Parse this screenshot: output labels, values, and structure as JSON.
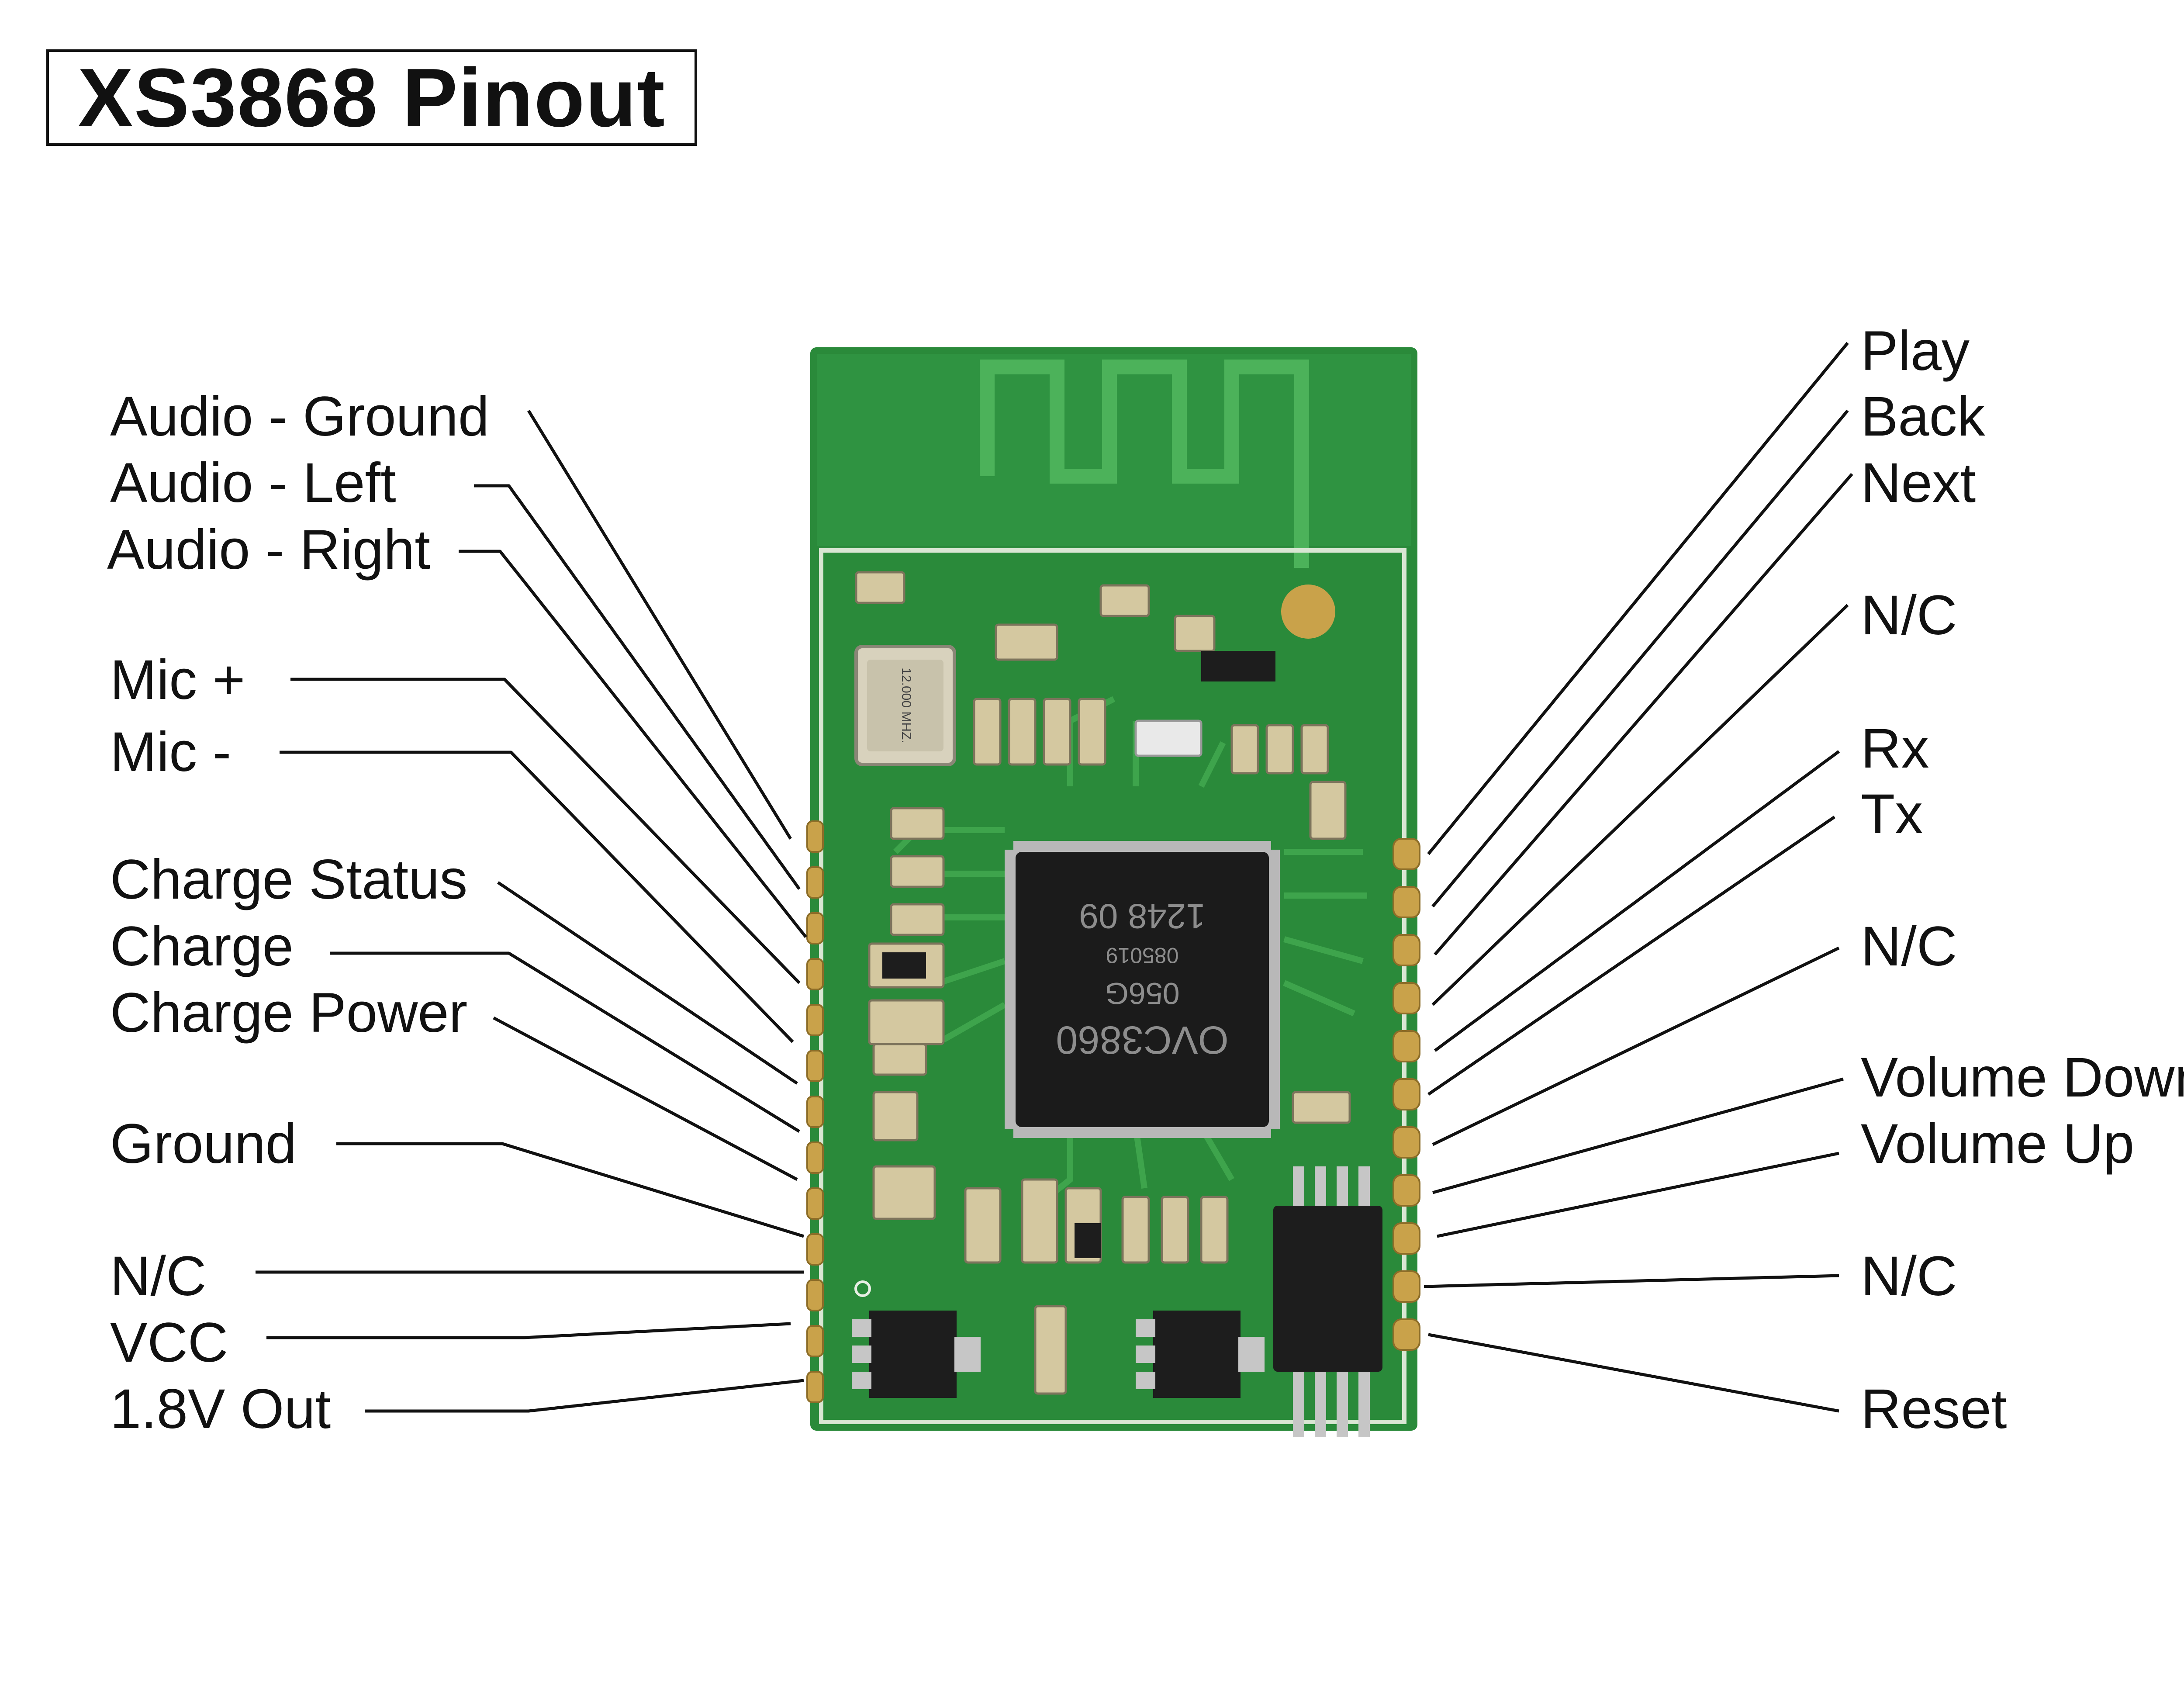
{
  "title": "XS3868 Pinout",
  "colors": {
    "pcb": "#2a8a3a",
    "pcb_dark": "#1f6f2c",
    "trace": "#3ea44c",
    "silkscreen": "#e8efe4",
    "chip": "#1b1b1b",
    "pad": "#c9a24a"
  },
  "left_pins": [
    {
      "label": "Audio - Ground"
    },
    {
      "label": "Audio - Left"
    },
    {
      "label": "Audio - Right"
    },
    {
      "label": "Mic +"
    },
    {
      "label": "Mic -"
    },
    {
      "label": "Charge Status"
    },
    {
      "label": "Charge"
    },
    {
      "label": "Charge Power"
    },
    {
      "label": "Ground"
    },
    {
      "label": "N/C"
    },
    {
      "label": "VCC"
    },
    {
      "label": "1.8V Out"
    }
  ],
  "right_pins": [
    {
      "label": "Play"
    },
    {
      "label": "Back"
    },
    {
      "label": "Next"
    },
    {
      "label": "N/C"
    },
    {
      "label": "Rx"
    },
    {
      "label": "Tx"
    },
    {
      "label": "N/C"
    },
    {
      "label": "Volume Down"
    },
    {
      "label": "Volume Up"
    },
    {
      "label": "N/C"
    },
    {
      "label": "Reset"
    }
  ],
  "board_markings": {
    "crystal": "12.000 MHZ.",
    "chip_line1": "OVC3860",
    "chip_line2": "056G",
    "chip_line3": "085019",
    "chip_line4": "1248 09"
  }
}
